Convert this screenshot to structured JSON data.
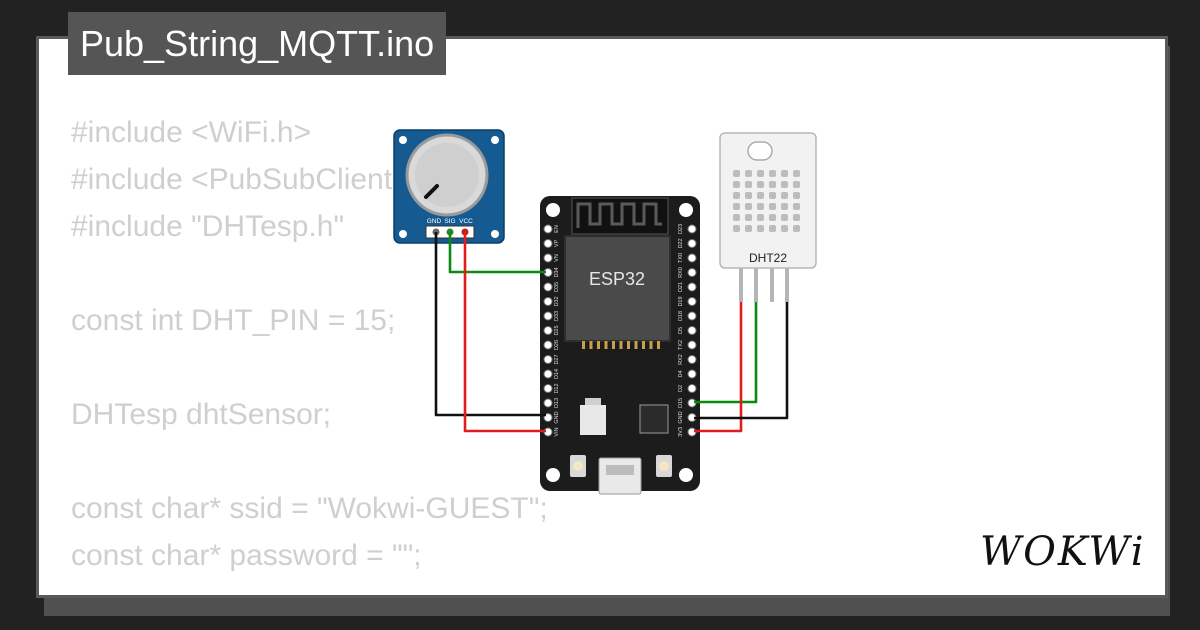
{
  "file_title": "Pub_String_MQTT.ino",
  "code_lines": [
    "#include <WiFi.h>",
    "#include <PubSubClient.h>",
    "#include \"DHTesp.h\"",
    "",
    "const int DHT_PIN = 15;",
    "",
    "DHTesp dhtSensor;",
    "",
    "const char* ssid = \"Wokwi-GUEST\";",
    "const char* password = \"\";",
    ""
  ],
  "board": {
    "label": "ESP32",
    "left_pins": [
      "EN",
      "VP",
      "VN",
      "D34",
      "D35",
      "D32",
      "D33",
      "D25",
      "D26",
      "D27",
      "D14",
      "D12",
      "D13",
      "GND",
      "VIN"
    ],
    "right_pins": [
      "D23",
      "D22",
      "TX0",
      "RX0",
      "D21",
      "D19",
      "D18",
      "D5",
      "TX2",
      "RX2",
      "D4",
      "D2",
      "D15",
      "GND",
      "3V3"
    ]
  },
  "potentiometer": {
    "pin_labels": [
      "GND",
      "SIG",
      "VCC"
    ]
  },
  "sensor": {
    "label": "DHT22"
  },
  "brand": {
    "name": "WOKWi"
  },
  "colors": {
    "background": "#222222",
    "wire_red": "#e21b1b",
    "wire_green": "#0a8a12",
    "wire_black": "#111111",
    "pot_blue": "#155a91",
    "board_black": "#1c1c1c"
  }
}
